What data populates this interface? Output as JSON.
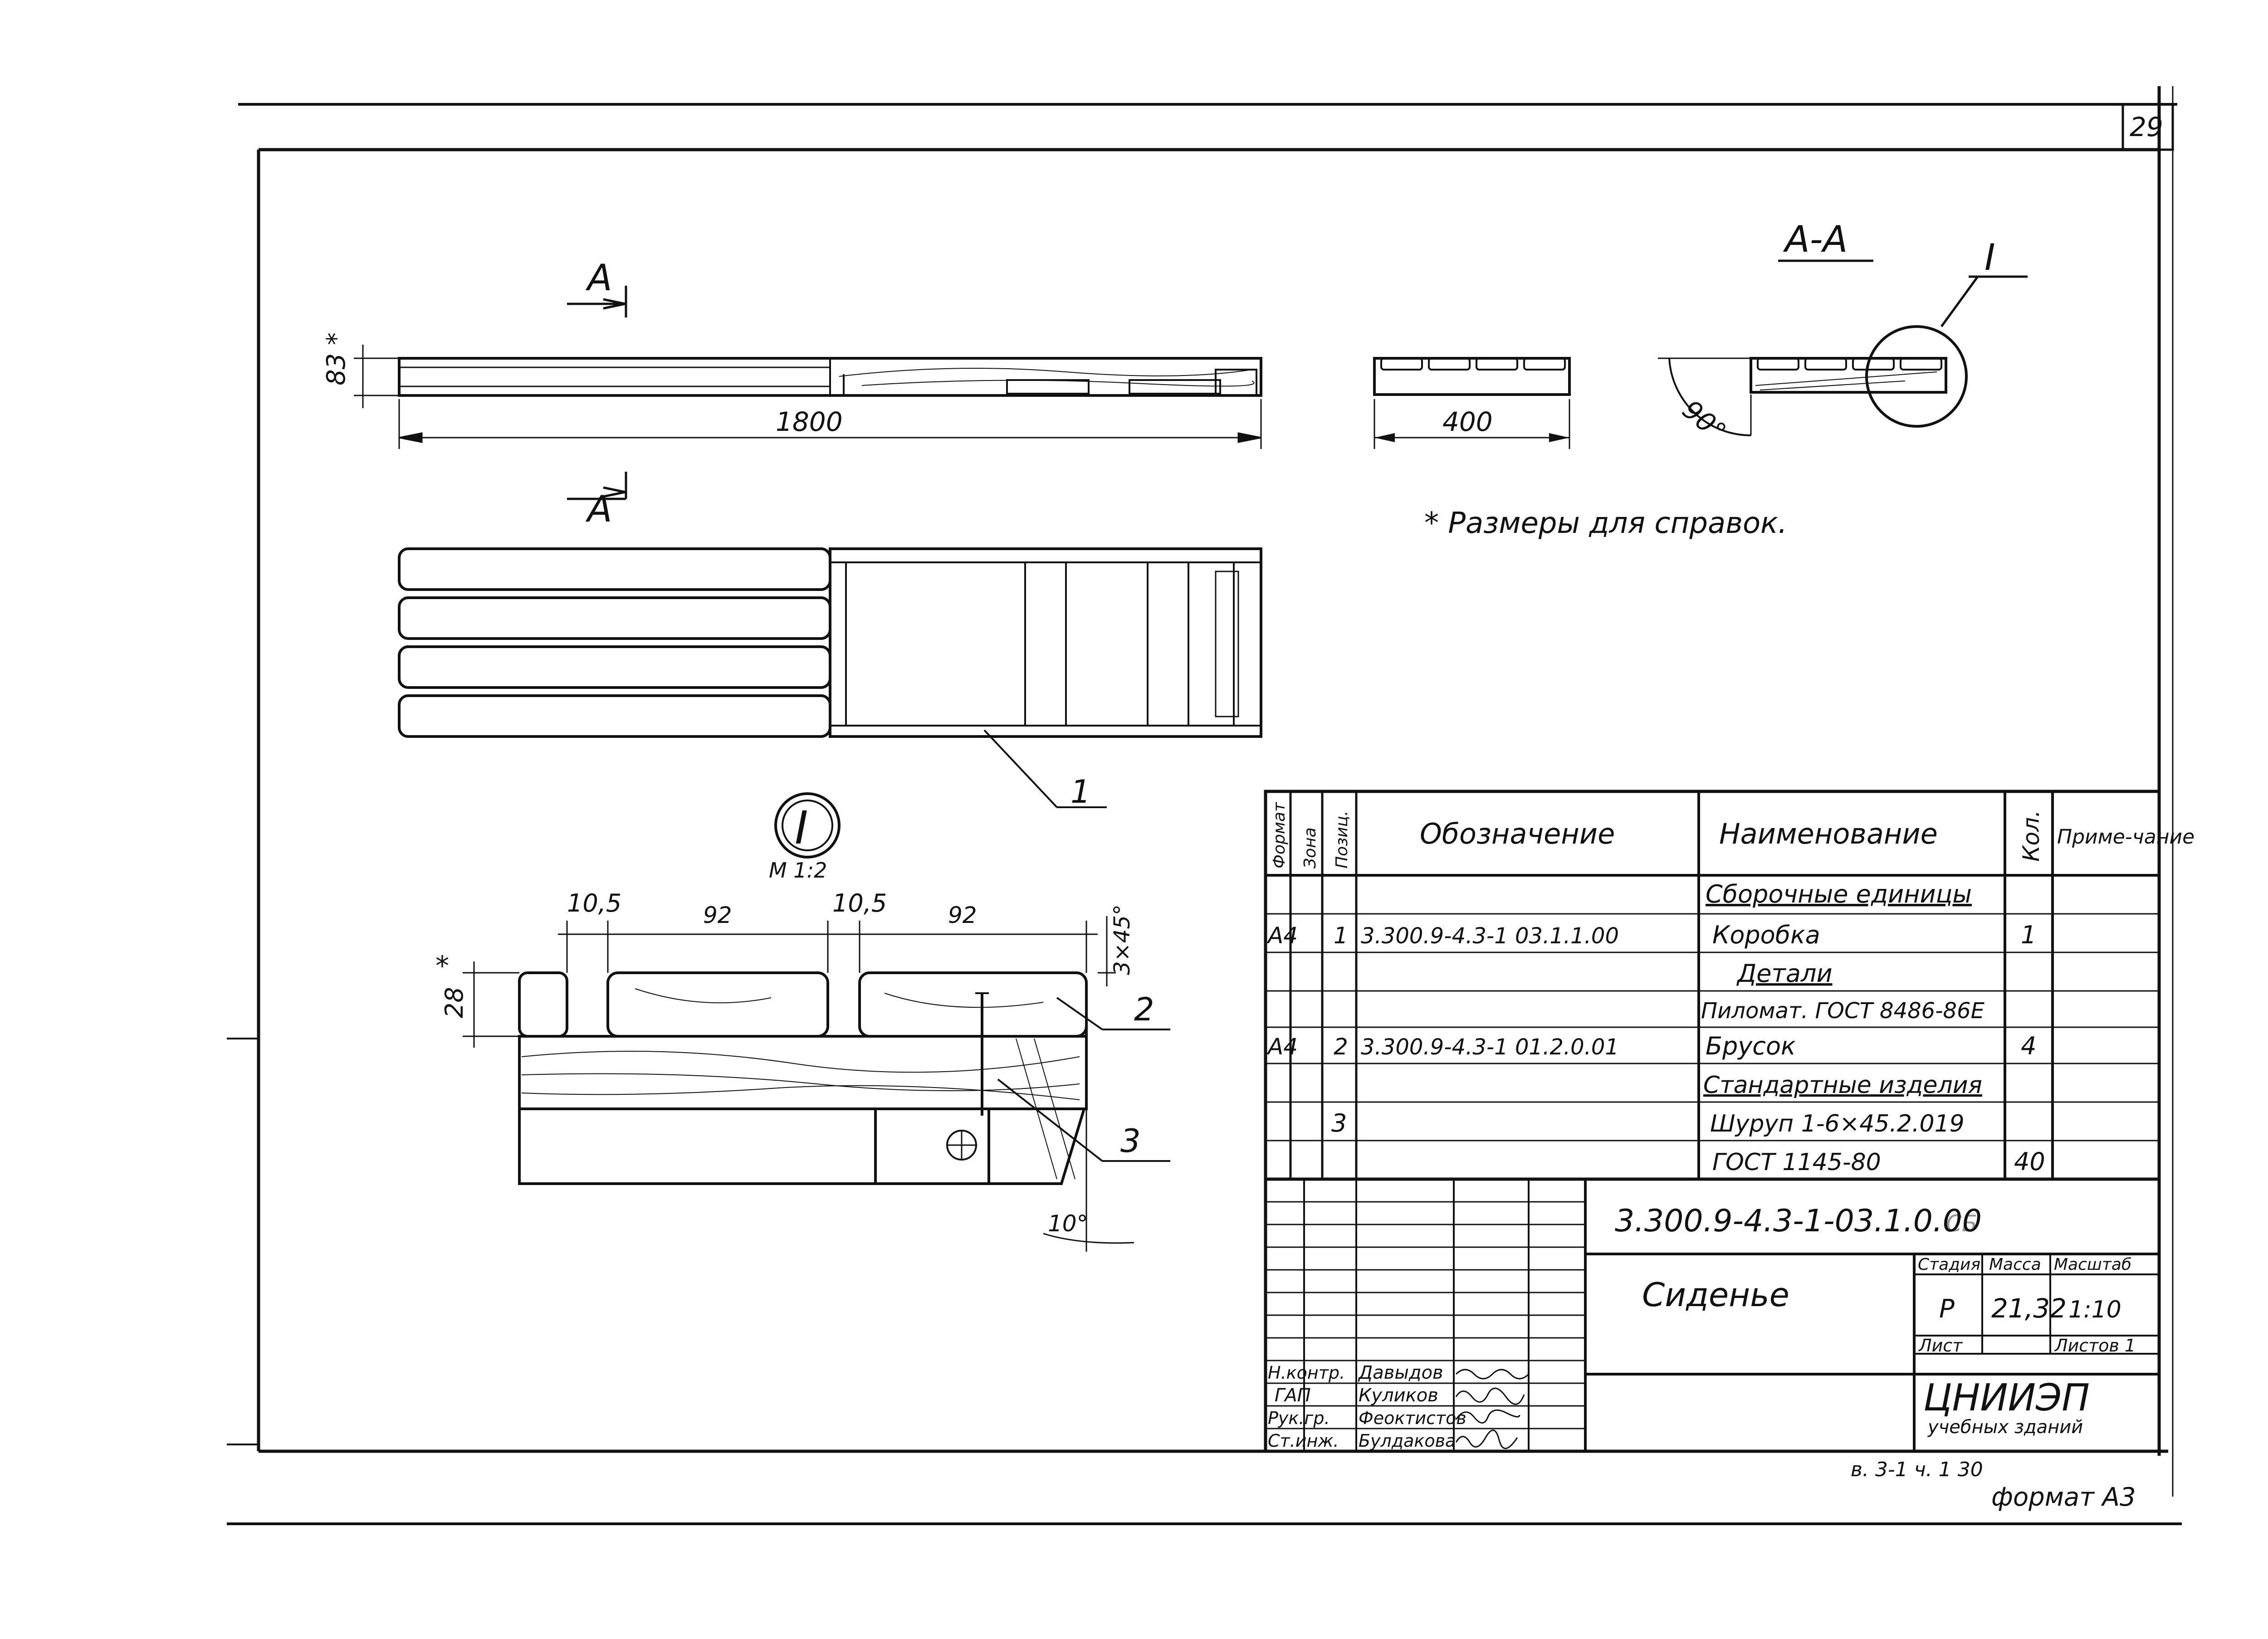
{
  "sheet": {
    "number": "29",
    "album_ref": "в. 3-1   ч. 1   30",
    "format": "формат А3"
  },
  "views": {
    "section_mark_top": "А",
    "section_mark_bottom": "А",
    "section_title": "А-А",
    "detail_callout": "I",
    "detail_circle_label": "I",
    "detail_scale": "М 1:2",
    "note": "* Размеры для справок.",
    "dim_height_ref": "83 *",
    "dim_length": "1800",
    "dim_width": "400",
    "dim_angle_section": "90°",
    "dim_slat_gap_1": "10,5",
    "dim_slat_1": "92",
    "dim_slat_gap_2": "10,5",
    "dim_slat_2": "92",
    "dim_chamfer": "3×45°",
    "dim_slat_height": "28",
    "dim_slat_height_star": "*",
    "dim_angle_detail": "10°",
    "pos_1": "1",
    "pos_2": "2",
    "pos_3": "3"
  },
  "spec_table": {
    "headers": {
      "format": "Формат",
      "zone": "Зона",
      "pos": "Позиц.",
      "designation": "Обозначение",
      "name": "Наименование",
      "qty": "Кол.",
      "note": "Приме-чание"
    },
    "rows": [
      {
        "format": "",
        "zone": "",
        "pos": "",
        "designation": "",
        "name": "Сборочные единицы",
        "qty": "",
        "note": ""
      },
      {
        "format": "А4",
        "zone": "",
        "pos": "1",
        "designation": "3.300.9-4.3-1  03.1.1.00",
        "name": "Коробка",
        "qty": "1",
        "note": ""
      },
      {
        "format": "",
        "zone": "",
        "pos": "",
        "designation": "",
        "name": "Детали",
        "qty": "",
        "note": ""
      },
      {
        "format": "",
        "zone": "",
        "pos": "",
        "designation": "",
        "name": "Пиломат. ГОСТ 8486-86Е",
        "qty": "",
        "note": ""
      },
      {
        "format": "А4",
        "zone": "",
        "pos": "2",
        "designation": "3.300.9-4.3-1 01.2.0.01",
        "name": "Брусок",
        "qty": "4",
        "note": ""
      },
      {
        "format": "",
        "zone": "",
        "pos": "",
        "designation": "",
        "name": "Стандартные изделия",
        "qty": "",
        "note": ""
      },
      {
        "format": "",
        "zone": "",
        "pos": "3",
        "designation": "",
        "name": "Шуруп 1-6×45.2.019",
        "qty": "",
        "note": ""
      },
      {
        "format": "",
        "zone": "",
        "pos": "",
        "designation": "",
        "name": "ГОСТ 1145-80",
        "qty": "40",
        "note": ""
      }
    ]
  },
  "title_block": {
    "doc_code": "3.300.9-4.3-1-03.1.0.00",
    "doc_code_suffix": "СБ",
    "title": "Сиденье",
    "stage_label": "Стадия",
    "mass_label": "Масса",
    "scale_label": "Масштаб",
    "stage": "Р",
    "mass": "21,32",
    "scale": "1:10",
    "sheet_label": "Лист",
    "sheets_label": "Листов 1",
    "org_name": "ЦНИИЭП",
    "org_sub": "учебных зданий",
    "signers": [
      {
        "role": "Н.контр.",
        "name": "Давыдов"
      },
      {
        "role": "ГАП",
        "name": "Куликов"
      },
      {
        "role": "Рук.гр.",
        "name": "Феоктистов"
      },
      {
        "role": "Ст.инж.",
        "name": "Булдакова"
      }
    ]
  }
}
